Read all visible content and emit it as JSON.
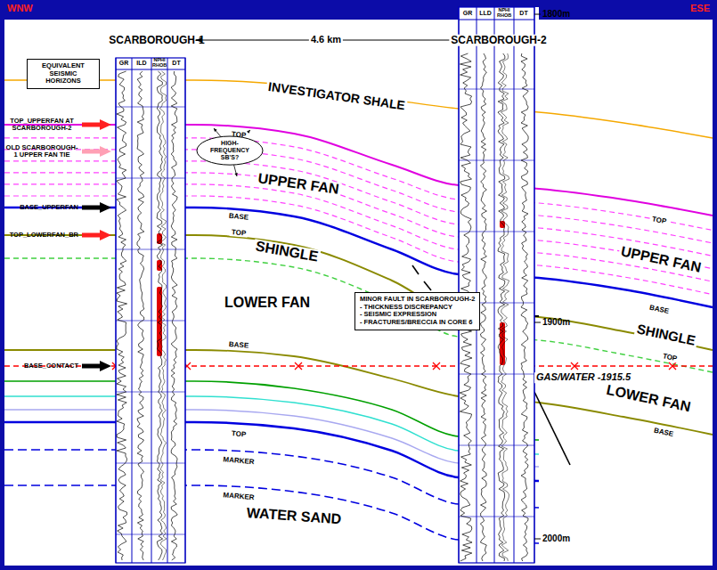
{
  "diagram": {
    "nodes": [
      {
        "text": [
          "EQUIVALENT SEISMIC HORIZONS"
        ]
      },
      {
        "text": [
          "HIGH-FREQUENCY SB'S?"
        ]
      },
      {
        "text": [
          "MINOR FAULT IN SCARBOROUGH-2",
          "- THICKNESS DISCREPANCY",
          "- SEISMIC EXPRESSION",
          "- FRACTURES/BRECCIA IN CORE 6"
        ]
      }
    ],
    "labels": [
      "WNW",
      "ESE",
      "SCARBOROUGH-1",
      "SCARBOROUGH-2",
      "4.6 km",
      "GR",
      "ILD",
      "NPHI RHOB",
      "DT",
      "GR",
      "LLD",
      "NPHI RHOB",
      "DT",
      "1800m",
      "1900m",
      "2000m",
      "INVESTIGATOR SHALE",
      "TOP_UPPERFAN AT SCARBOROUGH-2",
      "OLD SCARBOROUGH-1 UPPER FAN TIE",
      "BASE_UPPERFAN",
      "TOP_LOWERFAN_BR",
      "BASE_CONTACT",
      "TOP",
      "UPPER FAN",
      "BASE",
      "SHINGLE",
      "TOP",
      "LOWER FAN",
      "BASE",
      "TOP",
      "MARKER",
      "MARKER",
      "WATER SAND",
      "TOP",
      "UPPER FAN",
      "BASE",
      "SHINGLE",
      "TOP",
      "LOWER FAN",
      "BASE",
      "GAS/WATER -1915.5"
    ]
  }
}
